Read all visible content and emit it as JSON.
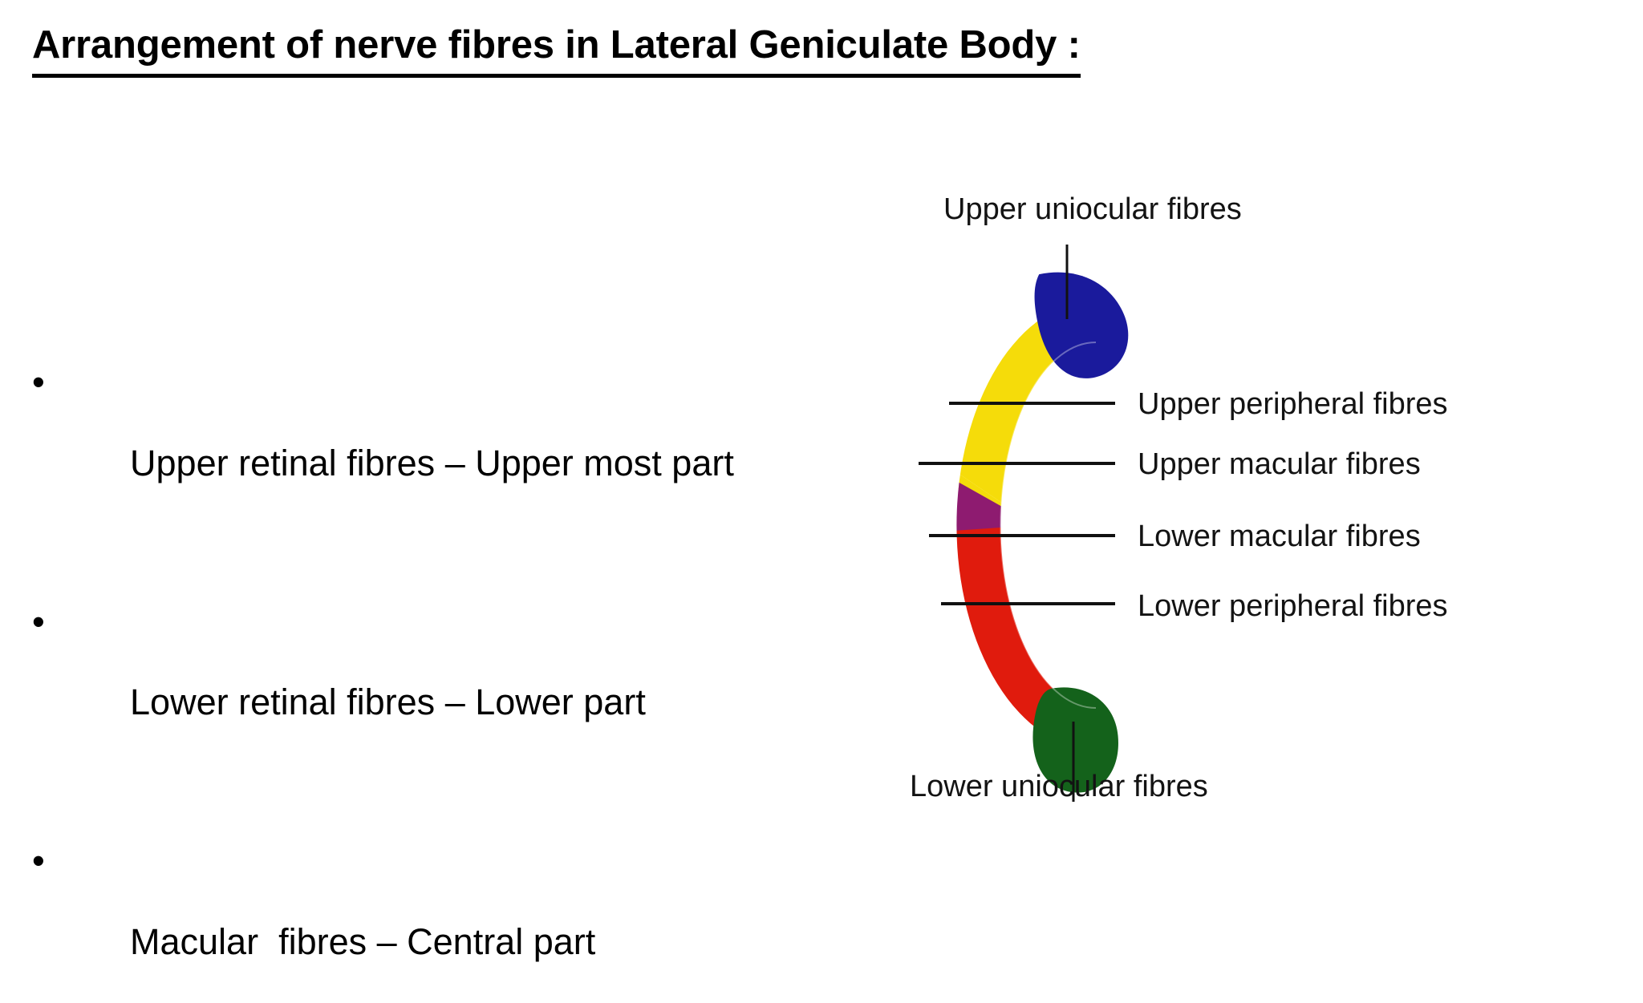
{
  "slide": {
    "title": "Arrangement of nerve fibres in Lateral Geniculate Body :",
    "background_color": "#ffffff",
    "text_color": "#000000"
  },
  "bullets": {
    "marker": "•",
    "items": [
      {
        "text": "Upper retinal fibres – Upper most part"
      },
      {
        "text": "Lower retinal fibres – Lower part"
      },
      {
        "text": "Macular  fibres – Central part"
      }
    ]
  },
  "figure": {
    "description": "C-shaped cross-section of the lateral geniculate body showing colour-coded nerve fibre arrangement",
    "segments": [
      {
        "name": "upper-uniocular",
        "label": "Upper uniocular fibres",
        "color": "#1a1a9c"
      },
      {
        "name": "upper-peripheral",
        "label": "Upper peripheral fibres",
        "color": "#f5dc0a"
      },
      {
        "name": "upper-macular",
        "label": "Upper macular fibres",
        "color": "#8e1b70"
      },
      {
        "name": "lower-macular",
        "label": "Lower macular fibres",
        "color": "#e01b0d"
      },
      {
        "name": "lower-peripheral",
        "label": "Lower peripheral fibres",
        "color": "#e01b0d"
      },
      {
        "name": "lower-uniocular",
        "label": "Lower uniocular fibres",
        "color": "#14621b"
      }
    ],
    "labels": {
      "upper_uniocular": "Upper uniocular fibres",
      "upper_peripheral": "Upper peripheral fibres",
      "upper_macular": "Upper macular fibres",
      "lower_macular": "Lower macular fibres",
      "lower_peripheral": "Lower peripheral fibres",
      "lower_uniocular": "Lower uniocular fibres"
    },
    "leader_line_color": "#111111"
  }
}
